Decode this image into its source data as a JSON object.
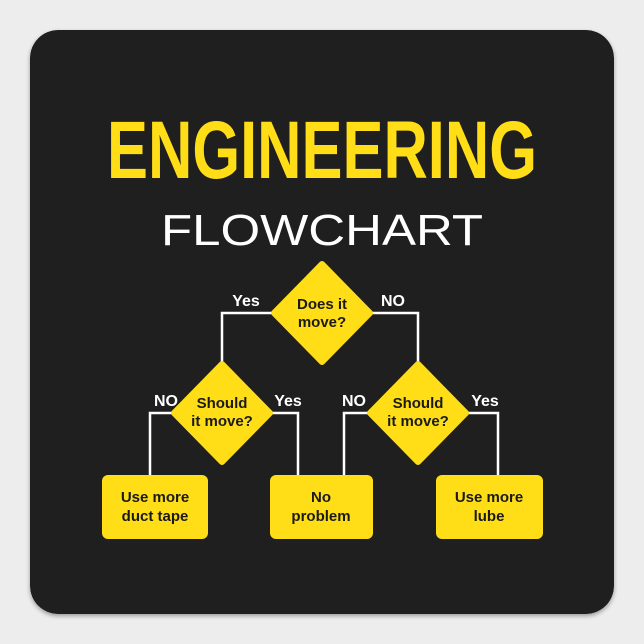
{
  "title": "ENGINEERING",
  "subtitle": "FLOWCHART",
  "colors": {
    "background": "#1f1f1f",
    "accent": "#ffde17",
    "text_light": "#ffffff",
    "node_text": "#1a1a1a",
    "line": "#ffffff",
    "outer": "#ededed"
  },
  "nodes": {
    "root": {
      "line1": "Does it",
      "line2": "move?"
    },
    "left_decision": {
      "line1": "Should",
      "line2": "it move?"
    },
    "right_decision": {
      "line1": "Should",
      "line2": "it move?"
    },
    "left_result": {
      "line1": "Use more",
      "line2": "duct tape"
    },
    "middle_result": {
      "line1": "No",
      "line2": "problem"
    },
    "right_result": {
      "line1": "Use more",
      "line2": "lube"
    }
  },
  "edges": {
    "root_yes": "Yes",
    "root_no": "NO",
    "left_no": "NO",
    "left_yes": "Yes",
    "right_no": "NO",
    "right_yes": "Yes"
  }
}
